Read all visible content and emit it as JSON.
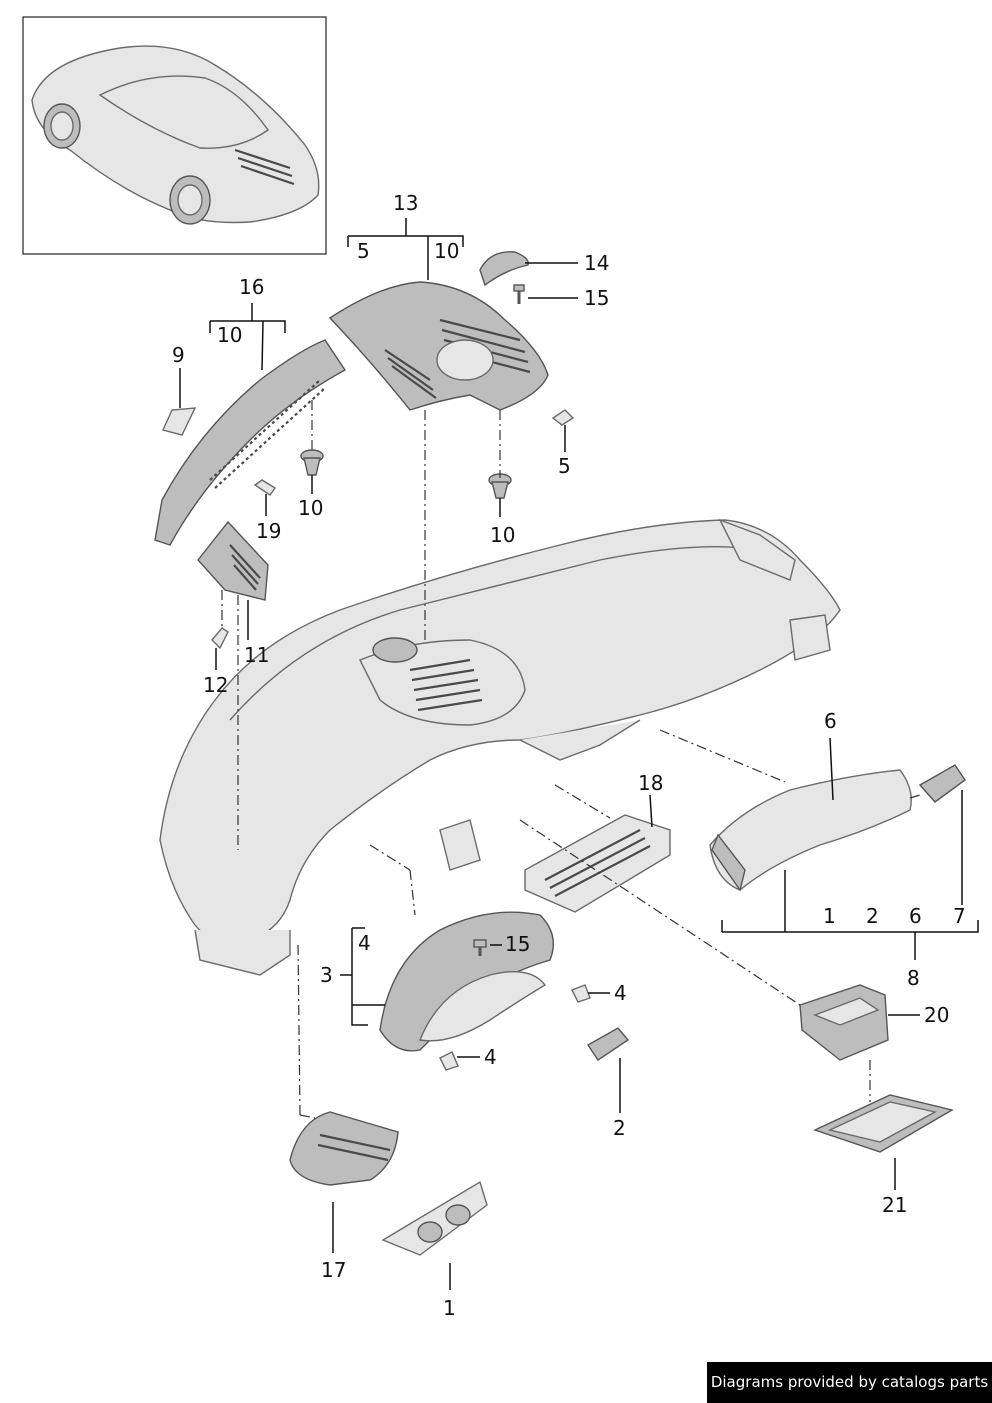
{
  "callouts": [
    {
      "id": "c13",
      "text": "13"
    },
    {
      "id": "c13a",
      "text": "5"
    },
    {
      "id": "c13b",
      "text": "10"
    },
    {
      "id": "c14",
      "text": "14"
    },
    {
      "id": "c15a",
      "text": "15"
    },
    {
      "id": "c16",
      "text": "16"
    },
    {
      "id": "c16a",
      "text": "10"
    },
    {
      "id": "c9",
      "text": "9"
    },
    {
      "id": "c5",
      "text": "5"
    },
    {
      "id": "c10a",
      "text": "10"
    },
    {
      "id": "c10b",
      "text": "10"
    },
    {
      "id": "c19",
      "text": "19"
    },
    {
      "id": "c11",
      "text": "11"
    },
    {
      "id": "c12",
      "text": "12"
    },
    {
      "id": "c6",
      "text": "6"
    },
    {
      "id": "c18",
      "text": "18"
    },
    {
      "id": "c8a",
      "text": "1"
    },
    {
      "id": "c8b",
      "text": "2"
    },
    {
      "id": "c8c",
      "text": "6"
    },
    {
      "id": "c8d",
      "text": "7"
    },
    {
      "id": "c7",
      "text": "7"
    },
    {
      "id": "c8",
      "text": "8"
    },
    {
      "id": "c3a",
      "text": "4"
    },
    {
      "id": "c3",
      "text": "3"
    },
    {
      "id": "c15b",
      "text": "15"
    },
    {
      "id": "c4a",
      "text": "4"
    },
    {
      "id": "c4b",
      "text": "4"
    },
    {
      "id": "c20",
      "text": "20"
    },
    {
      "id": "c2",
      "text": "2"
    },
    {
      "id": "c21",
      "text": "21"
    },
    {
      "id": "c17",
      "text": "17"
    },
    {
      "id": "c1",
      "text": "1"
    }
  ],
  "footer": {
    "credit": "Diagrams provided by catalogs parts"
  }
}
